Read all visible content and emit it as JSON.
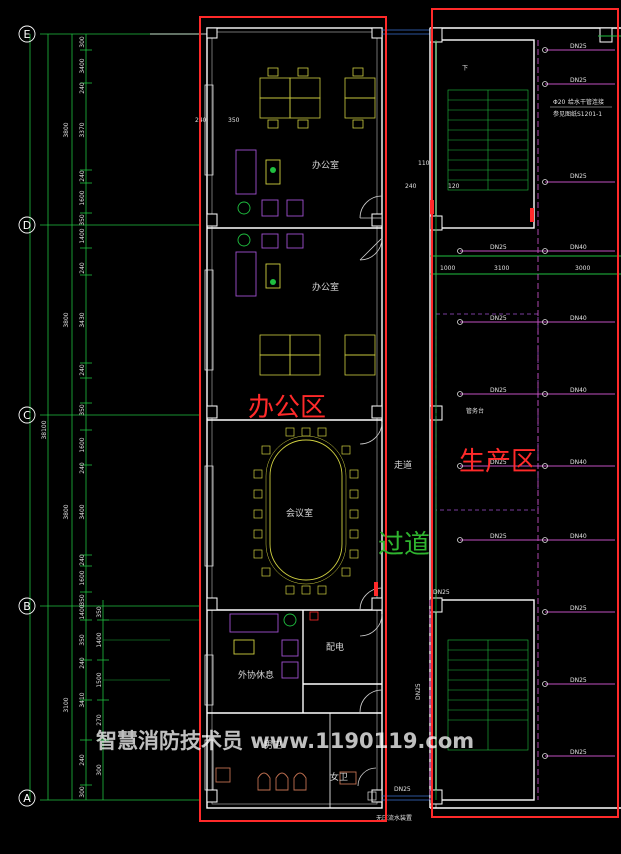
{
  "axes": [
    {
      "label": "E"
    },
    {
      "label": "D"
    },
    {
      "label": "C"
    },
    {
      "label": "B"
    },
    {
      "label": "A"
    }
  ],
  "dims": {
    "outer_total": "38100",
    "col1": [
      "3800",
      "3800",
      "3800",
      "3100"
    ],
    "col2": [
      "300",
      "3400",
      "240",
      "3370",
      "240",
      "1600",
      "350",
      "1400",
      "240",
      "3430",
      "240",
      "350",
      "1600",
      "240",
      "3400",
      "240",
      "350",
      "1600",
      "350",
      "1400",
      "240",
      "3410",
      "240",
      "300"
    ],
    "col3": [
      "350",
      "1400",
      "1500",
      "270",
      "300"
    ]
  },
  "office": {
    "room_office_1": "办公室",
    "room_office_2": "办公室",
    "room_meeting": "会议室",
    "room_rest": "外协休息",
    "room_power": "配电",
    "room_wc_men": "男卫",
    "room_wc_women": "女卫",
    "wall_dims": [
      "240",
      "350",
      "110",
      "240",
      "120"
    ]
  },
  "production": {
    "pipe_dn25": "DN25",
    "pipe_dn40": "DN40",
    "dims_row": [
      "1000",
      "3100",
      "3000"
    ],
    "callout_line1": "给水干管连接",
    "callout_line2": "参见图纸S1201-1",
    "callout_prefix": "Φ20",
    "workbench": "管务台",
    "stair_up": "下",
    "bottom_label": "无压流水装置"
  },
  "zones": {
    "office": "办公区",
    "production": "生产区",
    "corridor": "过道",
    "corridor_small": "走道"
  },
  "watermark": "智慧消防技术员 www.1190119.com",
  "colors": {
    "zone_border": "#ff2a2a",
    "wall": "#ffffff",
    "axis_line": "#1fbf3f",
    "pipe_line": "#c04fc0",
    "water_main": "#1fbf3f",
    "furniture": "#cfcf40",
    "sofa": "#a050d0",
    "window": "#3b6fd0"
  }
}
